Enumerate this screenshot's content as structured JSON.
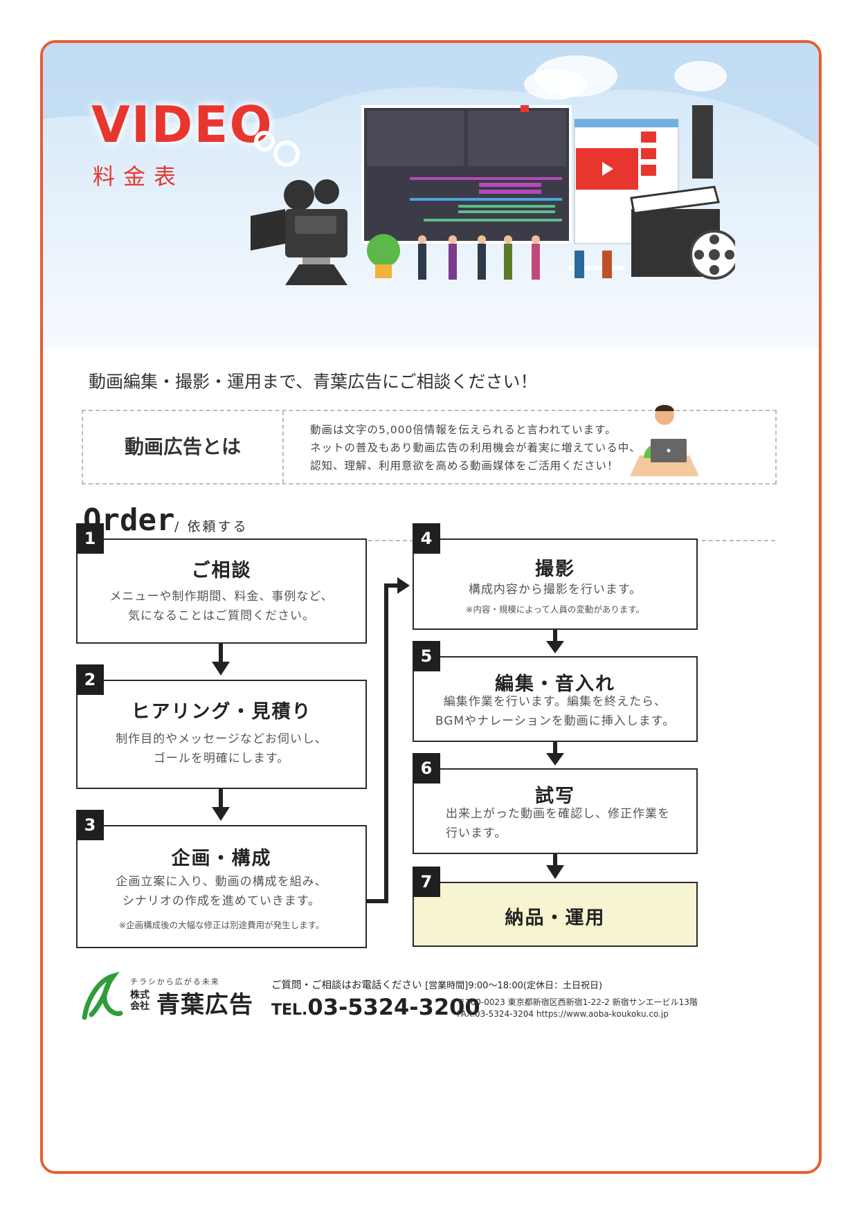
{
  "hero": {
    "title": "VIDEO",
    "subtitle": "料金表"
  },
  "tagline": "動画編集・撮影・運用まで、青葉広告にご相談ください！",
  "about": {
    "heading": "動画広告とは",
    "lines": [
      "動画は文字の5,000倍情報を伝えられると言われています。",
      "ネットの普及もあり動画広告の利用機会が着実に増えている中、",
      "認知、理解、利用意欲を高める動画媒体をご活用ください！"
    ]
  },
  "order": {
    "title": "Order",
    "subtitle": "/ 依頼する"
  },
  "steps": [
    {
      "num": "1",
      "title": "ご相談",
      "lines": [
        "メニューや制作期間、料金、事例など、",
        "気になることはご質問ください。"
      ],
      "note": ""
    },
    {
      "num": "2",
      "title": "ヒアリング・見積り",
      "lines": [
        "制作目的やメッセージなどお伺いし、",
        "ゴールを明確にします。"
      ],
      "note": ""
    },
    {
      "num": "3",
      "title": "企画・構成",
      "lines": [
        "企画立案に入り、動画の構成を組み、",
        "シナリオの作成を進めていきます。"
      ],
      "note": "※企画構成後の大幅な修正は別途費用が発生します。"
    },
    {
      "num": "4",
      "title": "撮影",
      "lines": [
        "構成内容から撮影を行います。"
      ],
      "note": "※内容・規模によって人員の変動があります。"
    },
    {
      "num": "5",
      "title": "編集・音入れ",
      "lines": [
        "編集作業を行います。編集を終えたら、",
        "BGMやナレーションを動画に挿入します。"
      ],
      "note": ""
    },
    {
      "num": "6",
      "title": "試写",
      "lines": [
        "出来上がった動画を確認し、修正作業を",
        "行います。"
      ],
      "note": ""
    },
    {
      "num": "7",
      "title": "納品・運用",
      "lines": [],
      "note": ""
    }
  ],
  "footer": {
    "slogan": "チラシから広がる未来",
    "company_type": "株式会社",
    "company_name": "青葉広告",
    "contact_prompt": "ご質問・ご相談はお電話ください",
    "hours": "[営業時間]9:00〜18:00(定休日：土日祝日)",
    "tel_label": "TEL.",
    "tel": "03-5324-3200",
    "address": "〒160-0023 東京都新宿区西新宿1-22-2 新宿サンエービル13階",
    "fax_url": "FAX.03-5324-3204  https://www.aoba-koukoku.co.jp"
  },
  "colors": {
    "accent": "#e8362f",
    "border": "#e85d2f",
    "dark": "#1f1f1f",
    "final_bg": "#f7f5d1"
  }
}
